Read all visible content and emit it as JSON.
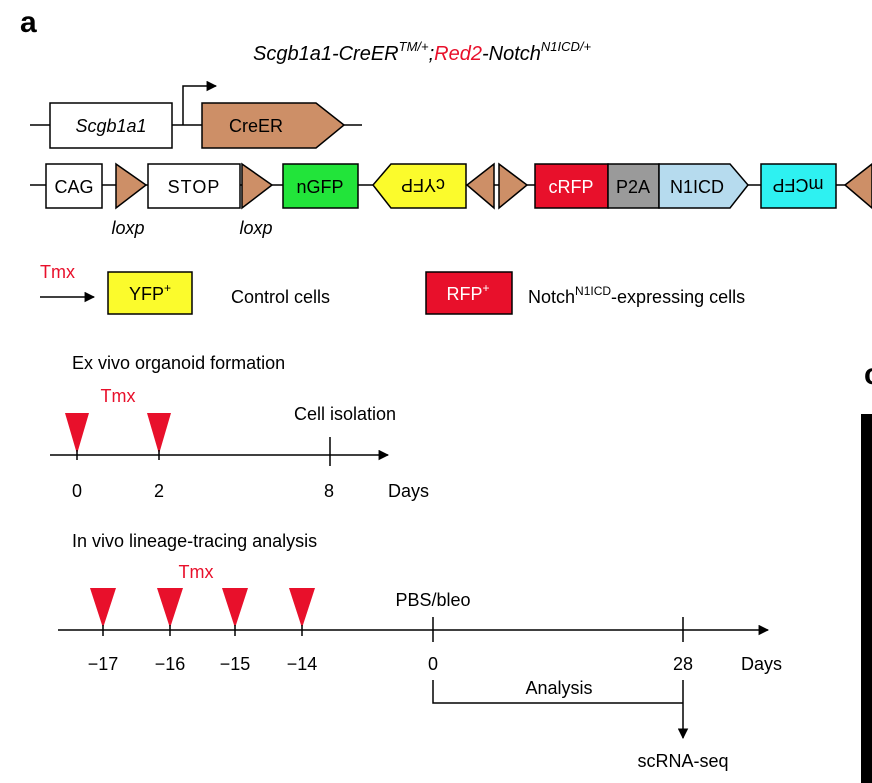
{
  "panel_label": "a",
  "panel_label_cut": "c",
  "colors": {
    "orange": "#cd8f67",
    "green": "#22e43a",
    "yellow": "#fbfb2c",
    "red": "#e8102b",
    "gray": "#9a9a9a",
    "lightblue": "#b6dbee",
    "cyan": "#2ef1f1",
    "accent_red": "#e8102b"
  },
  "genotype": {
    "part1": "Scgb1a1-CreER",
    "sup1": "TM/+",
    "sep": ";",
    "part2_red": "Red2",
    "part3": "-Notch",
    "sup2": "N1ICD/+"
  },
  "construct1": {
    "gene": "Scgb1a1",
    "cre": "CreER"
  },
  "construct2": {
    "cag": "CAG",
    "stop": "STOP",
    "ngfp": "nGFP",
    "cyfp": "cYFP",
    "crfp": "cRFP",
    "p2a": "P2A",
    "n1icd": "N1ICD",
    "mcfp": "mCFP",
    "loxp1": "loxp",
    "loxp2": "loxp"
  },
  "legend": {
    "tmx": "Tmx",
    "yfp": "YFP",
    "yfp_sup": "+",
    "control": "Control cells",
    "rfp": "RFP",
    "rfp_sup": "+",
    "notch_pre": "Notch",
    "notch_sup": "N1ICD",
    "notch_post": "-expressing cells"
  },
  "timeline1": {
    "title": "Ex vivo organoid formation",
    "tmx": "Tmx",
    "event": "Cell isolation",
    "ticks": [
      "0",
      "2",
      "8"
    ],
    "unit": "Days"
  },
  "timeline2": {
    "title": "In vivo lineage-tracing analysis",
    "tmx": "Tmx",
    "event": "PBS/bleo",
    "ticks": [
      "−17",
      "−16",
      "−15",
      "−14",
      "0",
      "28"
    ],
    "unit": "Days",
    "analysis": "Analysis",
    "scrna": "scRNA-seq"
  }
}
